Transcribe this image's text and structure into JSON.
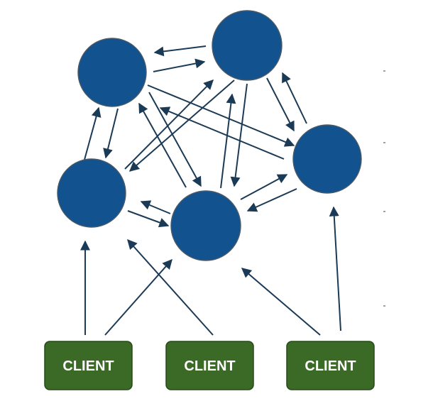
{
  "diagram": {
    "colors": {
      "node_fill": "#11528f",
      "client_fill": "#3b6a27",
      "client_text": "#ffffff",
      "arrow": "#1b3a55"
    },
    "nodes": [
      {
        "id": "n1"
      },
      {
        "id": "n2"
      },
      {
        "id": "n3"
      },
      {
        "id": "n4"
      },
      {
        "id": "n5"
      }
    ],
    "clients": [
      {
        "id": "c1",
        "label": "CLIENT"
      },
      {
        "id": "c2",
        "label": "CLIENT"
      },
      {
        "id": "c3",
        "label": "CLIENT"
      }
    ],
    "connections": [
      {
        "from": "n1",
        "to": "n2"
      },
      {
        "from": "n2",
        "to": "n1"
      },
      {
        "from": "n1",
        "to": "n3"
      },
      {
        "from": "n3",
        "to": "n1"
      },
      {
        "from": "n1",
        "to": "n4"
      },
      {
        "from": "n4",
        "to": "n1"
      },
      {
        "from": "n1",
        "to": "n5"
      },
      {
        "from": "n5",
        "to": "n1"
      },
      {
        "from": "n2",
        "to": "n3"
      },
      {
        "from": "n3",
        "to": "n2"
      },
      {
        "from": "n2",
        "to": "n4"
      },
      {
        "from": "n4",
        "to": "n2"
      },
      {
        "from": "n2",
        "to": "n5"
      },
      {
        "from": "n5",
        "to": "n2"
      },
      {
        "from": "n3",
        "to": "n4"
      },
      {
        "from": "n4",
        "to": "n3"
      },
      {
        "from": "n4",
        "to": "n5"
      },
      {
        "from": "n5",
        "to": "n4"
      },
      {
        "from": "c1",
        "to": "n3"
      },
      {
        "from": "c2",
        "to": "n4"
      },
      {
        "from": "c2",
        "to": "n3"
      },
      {
        "from": "c3",
        "to": "n4"
      },
      {
        "from": "c3",
        "to": "n5"
      }
    ]
  }
}
